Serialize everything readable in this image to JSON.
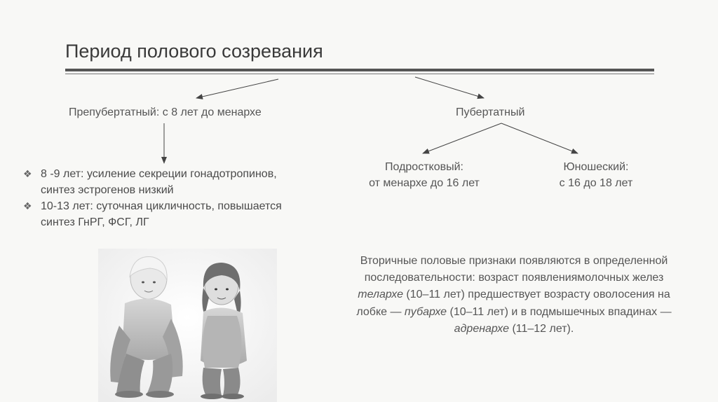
{
  "title": "Период полового созревания",
  "branches": {
    "prepubertal": "Препубертатный: с 8 лет до менархе",
    "pubertal": "Пубертатный"
  },
  "sub_branches": {
    "adolescent_label": "Подростковый:",
    "adolescent_range": "от менархе до 16 лет",
    "youth_label": "Юношеский:",
    "youth_range": "с 16 до 18 лет"
  },
  "bullets": [
    {
      "icon": "diamond-bullet-icon",
      "text": "8 -9 лет: усиление секреции гонадотропинов,\nсинтез эстрогенов низкий"
    },
    {
      "icon": "diamond-bullet-icon",
      "text": "10-13 лет: суточная цикличность, повышается\nсинтез ГнРГ, ФСГ, ЛГ"
    }
  ],
  "photo": {
    "icon": "children-photo"
  },
  "paragraph": {
    "p1": "Вторичные половые признаки появляются в определенной последовательности: возраст появлениямолочных желез ",
    "t1": "телархе",
    "p2": " (10–11 лет) предшествует возрасту оволосения на лобке — ",
    "t2": "пубархе",
    "p3": " (10–11 лет) и в подмышечных впадинах — ",
    "t3": "адренархе",
    "p4": " (11–12 лет)."
  }
}
